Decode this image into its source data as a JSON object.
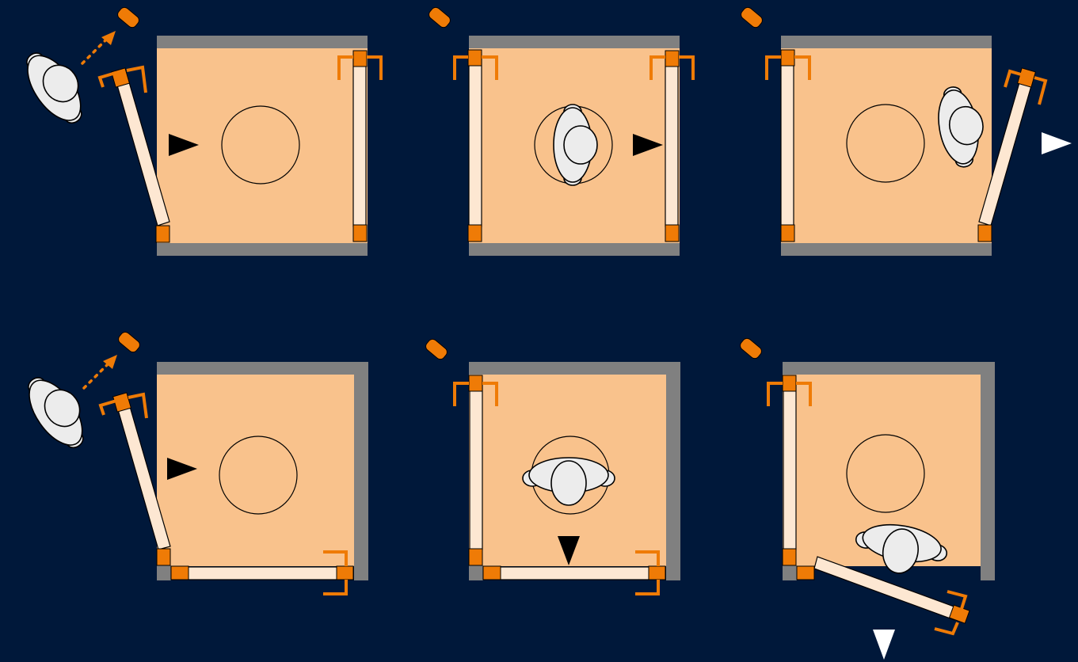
{
  "diagram": {
    "background": "#00183a",
    "colors": {
      "floor": "#f9c28c",
      "wall": "#808080",
      "door_panel": "#fde7d2",
      "hinge": "#ef7b06",
      "handle": "#ef7b06",
      "person": "#ececec",
      "outline": "#000000",
      "arrow_dark": "#000000",
      "arrow_light": "#ffffff"
    },
    "rows": [
      {
        "layout": "straight-through",
        "panels": [
          {
            "step": 1,
            "person_position": "outside-left-entering",
            "entry_door": "open",
            "exit_door": "closed",
            "arrow": "dark-right",
            "icon": "hand-push-icon"
          },
          {
            "step": 2,
            "person_position": "center-on-turntable",
            "entry_door": "closed",
            "exit_door": "closed",
            "arrow": "dark-right"
          },
          {
            "step": 3,
            "person_position": "exiting-right",
            "entry_door": "closed",
            "exit_door": "open",
            "arrow": "light-right"
          }
        ]
      },
      {
        "layout": "corner-exit",
        "panels": [
          {
            "step": 1,
            "person_position": "outside-left-entering",
            "entry_door": "open",
            "exit_door": "closed",
            "arrow": "dark-right",
            "icon": "hand-push-icon"
          },
          {
            "step": 2,
            "person_position": "center-on-turntable",
            "entry_door": "closed",
            "exit_door": "closed",
            "arrow": "dark-down"
          },
          {
            "step": 3,
            "person_position": "exiting-bottom",
            "entry_door": "closed",
            "exit_door": "open",
            "arrow": "light-down"
          }
        ]
      }
    ]
  }
}
